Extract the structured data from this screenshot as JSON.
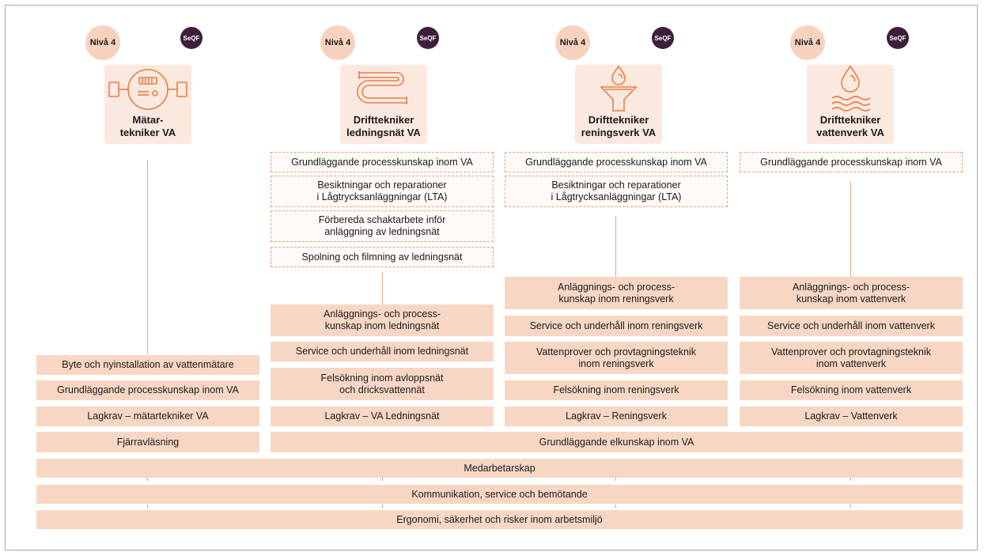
{
  "roles": [
    {
      "level": "Nivå 4",
      "badge": "SeQF",
      "title": "Mätar-\ntekniker VA",
      "icon": "water-meter-icon",
      "modules": [
        "Byte och nyinstallation av vattenmätare",
        "Grundläggande processkunskap inom VA",
        "Lagkrav – mätartekniker VA",
        "Fjärravläsning"
      ]
    },
    {
      "level": "Nivå 4",
      "badge": "SeQF",
      "title": "Drifttekniker\nledningsnät VA",
      "icon": "pipe-icon",
      "prerequisites": [
        "Grundläggande processkunskap inom VA",
        "Besiktningar och reparationer\ni Lågtrycksanläggningar (LTA)",
        "Förbereda schaktarbete inför\nanläggning av ledningsnät",
        "Spolning och filmning av ledningsnät"
      ],
      "modules": [
        "Anläggnings- och process-\nkunskap inom ledningsnät",
        "Service och underhåll inom ledningsnät",
        "Felsökning inom avloppsnät\noch dricksvattennät",
        "Lagkrav – VA Ledningsnät"
      ]
    },
    {
      "level": "Nivå 4",
      "badge": "SeQF",
      "title": "Drifttekniker\nreningsverk VA",
      "icon": "funnel-drop-icon",
      "prerequisites": [
        "Grundläggande processkunskap inom VA",
        "Besiktningar och reparationer\ni Lågtrycksanläggningar (LTA)"
      ],
      "modules": [
        "Anläggnings- och process-\nkunskap inom reningsverk",
        "Service och underhåll inom reningsverk",
        "Vattenprover och provtagningsteknik\ninom reningsverk",
        "Felsökning inom reningsverk",
        "Lagkrav – Reningsverk"
      ]
    },
    {
      "level": "Nivå 4",
      "badge": "SeQF",
      "title": "Drifttekniker\nvattenverk VA",
      "icon": "water-drop-waves-icon",
      "prerequisites": [
        "Grundläggande processkunskap inom VA"
      ],
      "modules": [
        "Anläggnings- och process-\nkunskap inom vattenverk",
        "Service och underhåll inom vattenverk",
        "Vattenprover och provtagningsteknik\ninom vattenverk",
        "Felsökning inom vattenverk",
        "Lagkrav – Vattenverk"
      ]
    }
  ],
  "shared": {
    "electric": "Grundläggande elkunskap inom VA",
    "common": [
      "Medarbetarskap",
      "Kommunikation, service och bemötande",
      "Ergonomi, säkerhet och risker inom arbetsmiljö"
    ]
  },
  "colors": {
    "module_fill": "#f7d7c4",
    "card_fill": "#fbe9df",
    "level_fill": "#f7d3bf",
    "badge_fill": "#3d1f3c",
    "connector": "#e2a888",
    "dashed_border": "#e2a17e"
  }
}
